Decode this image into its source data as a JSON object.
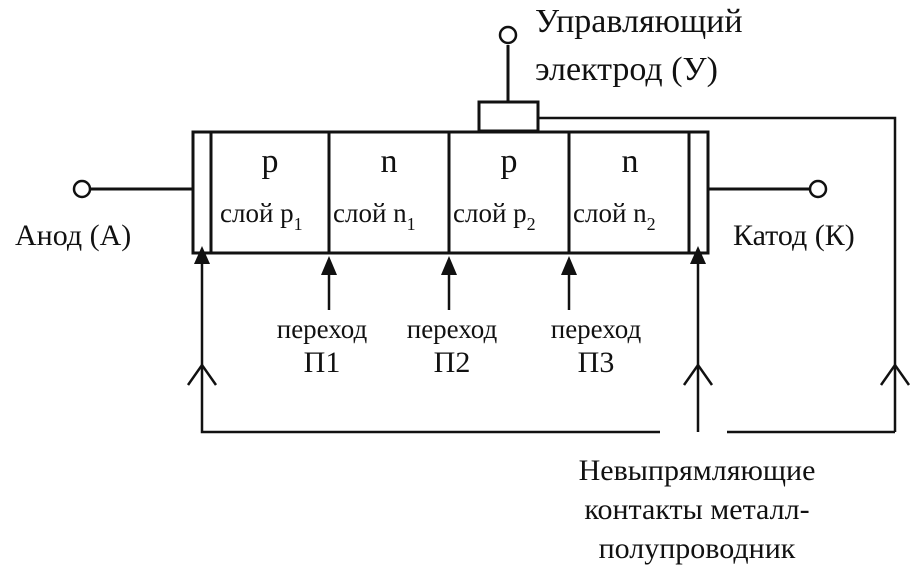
{
  "gate_label": {
    "line1": "Управляющий",
    "line2": "электрод (У)"
  },
  "anode_label": "Анод (А)",
  "cathode_label": "Катод (К)",
  "layers": [
    {
      "type": "p",
      "name": "слой p",
      "index": "1"
    },
    {
      "type": "n",
      "name": "слой n",
      "index": "1"
    },
    {
      "type": "p",
      "name": "слой p",
      "index": "2"
    },
    {
      "type": "n",
      "name": "слой n",
      "index": "2"
    }
  ],
  "junctions": [
    {
      "word": "переход",
      "name": "П1"
    },
    {
      "word": "переход",
      "name": "П2"
    },
    {
      "word": "переход",
      "name": "П3"
    }
  ],
  "contacts_label": {
    "line1": "Невыпрямляющие",
    "line2": "контакты металл-",
    "line3": "полупроводник"
  }
}
